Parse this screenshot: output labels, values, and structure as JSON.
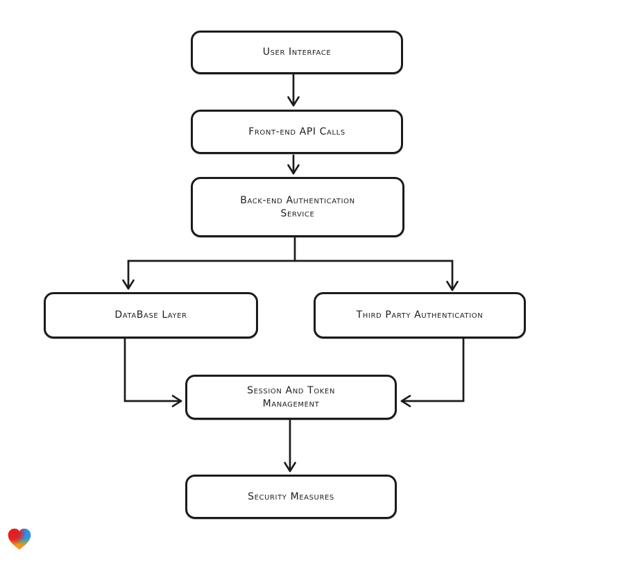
{
  "diagram": {
    "title": "authentication-flowchart",
    "stroke_color": "#1b1b1b",
    "node_fill": "#ffffff",
    "background": "#ffffff"
  },
  "nodes": [
    {
      "id": "user-interface",
      "label": "User Interface"
    },
    {
      "id": "front-end-api-calls",
      "label": "Front-end API Calls"
    },
    {
      "id": "back-end-auth-service",
      "label": "Back-end Authentication\nService"
    },
    {
      "id": "database-layer",
      "label": "DataBase Layer"
    },
    {
      "id": "third-party-auth",
      "label": "Third Party Authentication"
    },
    {
      "id": "session-token-mgmt",
      "label": "Session And Token\nManagement"
    },
    {
      "id": "security-measures",
      "label": "Security Measures"
    }
  ],
  "edges": [
    {
      "from": "user-interface",
      "to": "front-end-api-calls"
    },
    {
      "from": "front-end-api-calls",
      "to": "back-end-auth-service"
    },
    {
      "from": "back-end-auth-service",
      "to": "database-layer"
    },
    {
      "from": "back-end-auth-service",
      "to": "third-party-auth"
    },
    {
      "from": "database-layer",
      "to": "session-token-mgmt"
    },
    {
      "from": "third-party-auth",
      "to": "session-token-mgmt"
    },
    {
      "from": "session-token-mgmt",
      "to": "security-measures"
    }
  ],
  "branding": {
    "logo": "lovable-heart-logo",
    "colors": {
      "red": "#e31b23",
      "blue": "#2095f2",
      "orange": "#f8961d"
    }
  }
}
